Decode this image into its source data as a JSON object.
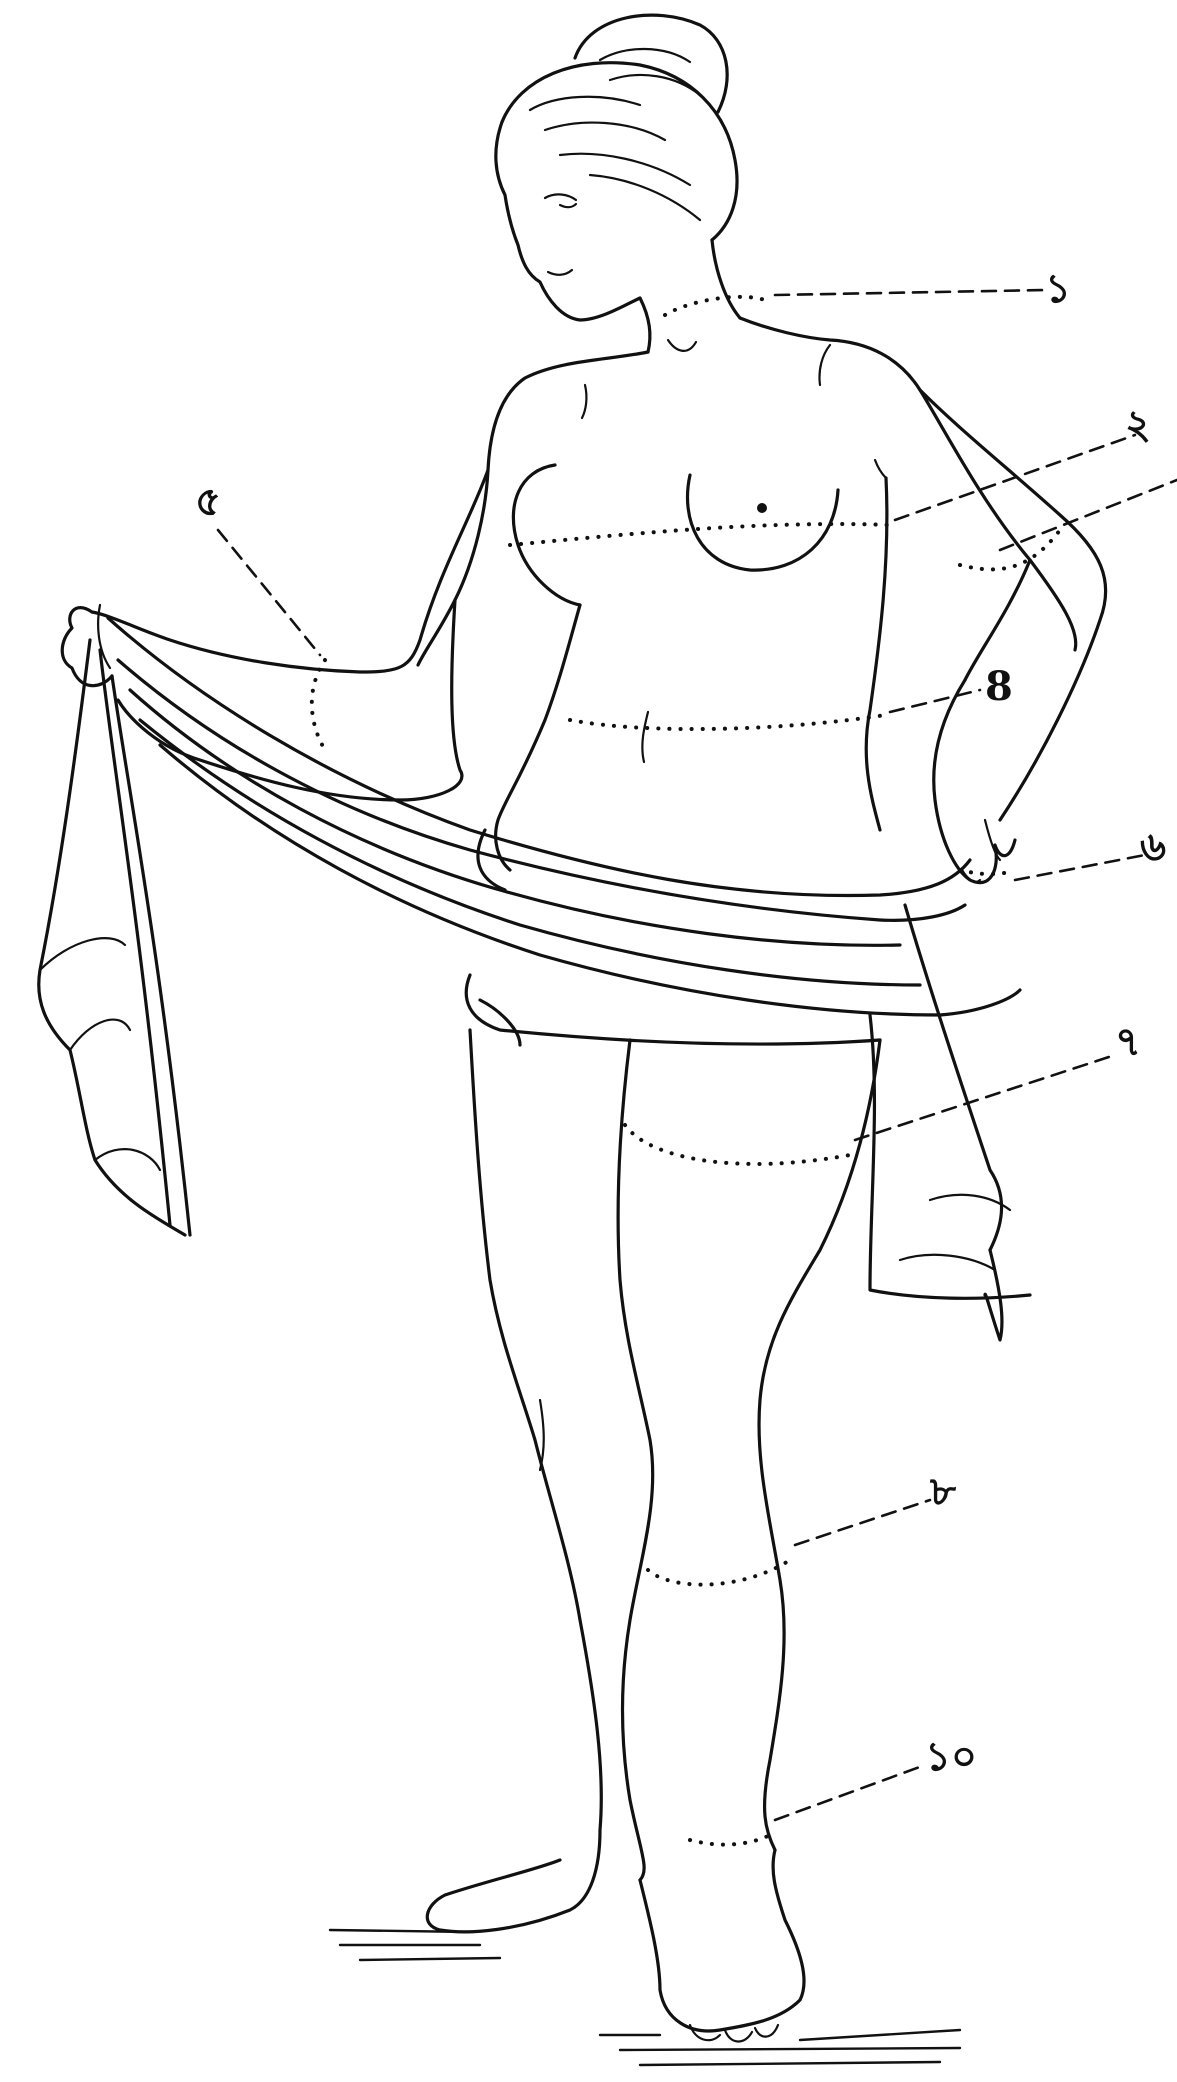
{
  "labels": [
    {
      "key": "neck",
      "text": "১"
    },
    {
      "key": "bust",
      "text": "২"
    },
    {
      "key": "upper_arm",
      "text": "৫"
    },
    {
      "key": "waist",
      "text": "8"
    },
    {
      "key": "wrist",
      "text": "৬"
    },
    {
      "key": "thigh",
      "text": "৭"
    },
    {
      "key": "calf",
      "text": "৮"
    },
    {
      "key": "ankle",
      "text": "১০"
    }
  ]
}
